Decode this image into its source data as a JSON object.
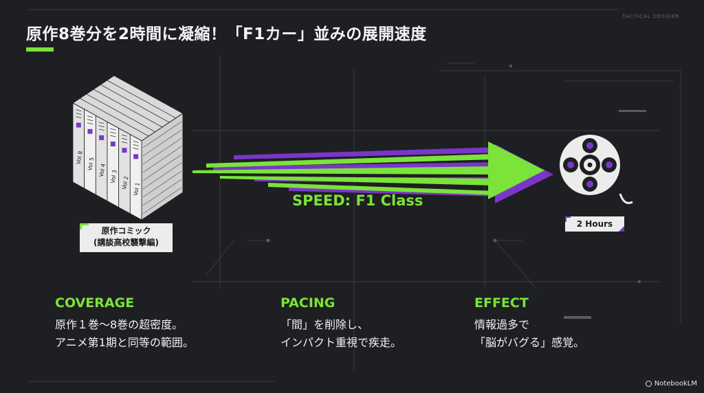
{
  "title": "原作8巻分を2時間に凝縮！「F1カー」並みの展開速度",
  "brand_tag": "TACTICAL DOSSIER",
  "accent": "#7be33a",
  "accent2": "#7a36c9",
  "manga": {
    "volumes": [
      "Vol 8",
      "Vol 5",
      "Vol 4",
      "Vol 3",
      "Vol 2",
      "Vol 1"
    ],
    "caption_line1": "原作コミック",
    "caption_line2": "(講談高校襲撃編)"
  },
  "speed_label": "SPEED: F1 Class",
  "reel_label": "2 Hours",
  "columns": [
    {
      "heading": "COVERAGE",
      "line1": "原作１巻〜8巻の超密度。",
      "line2": "アニメ第1期と同等の範囲。"
    },
    {
      "heading": "PACING",
      "line1": "「間」を削除し、",
      "line2": "インパクト重視で疾走。"
    },
    {
      "heading": "EFFECT",
      "line1": "情報過多で",
      "line2": "「脳がバグる」感覚。"
    }
  ],
  "logo": "NotebookLM"
}
